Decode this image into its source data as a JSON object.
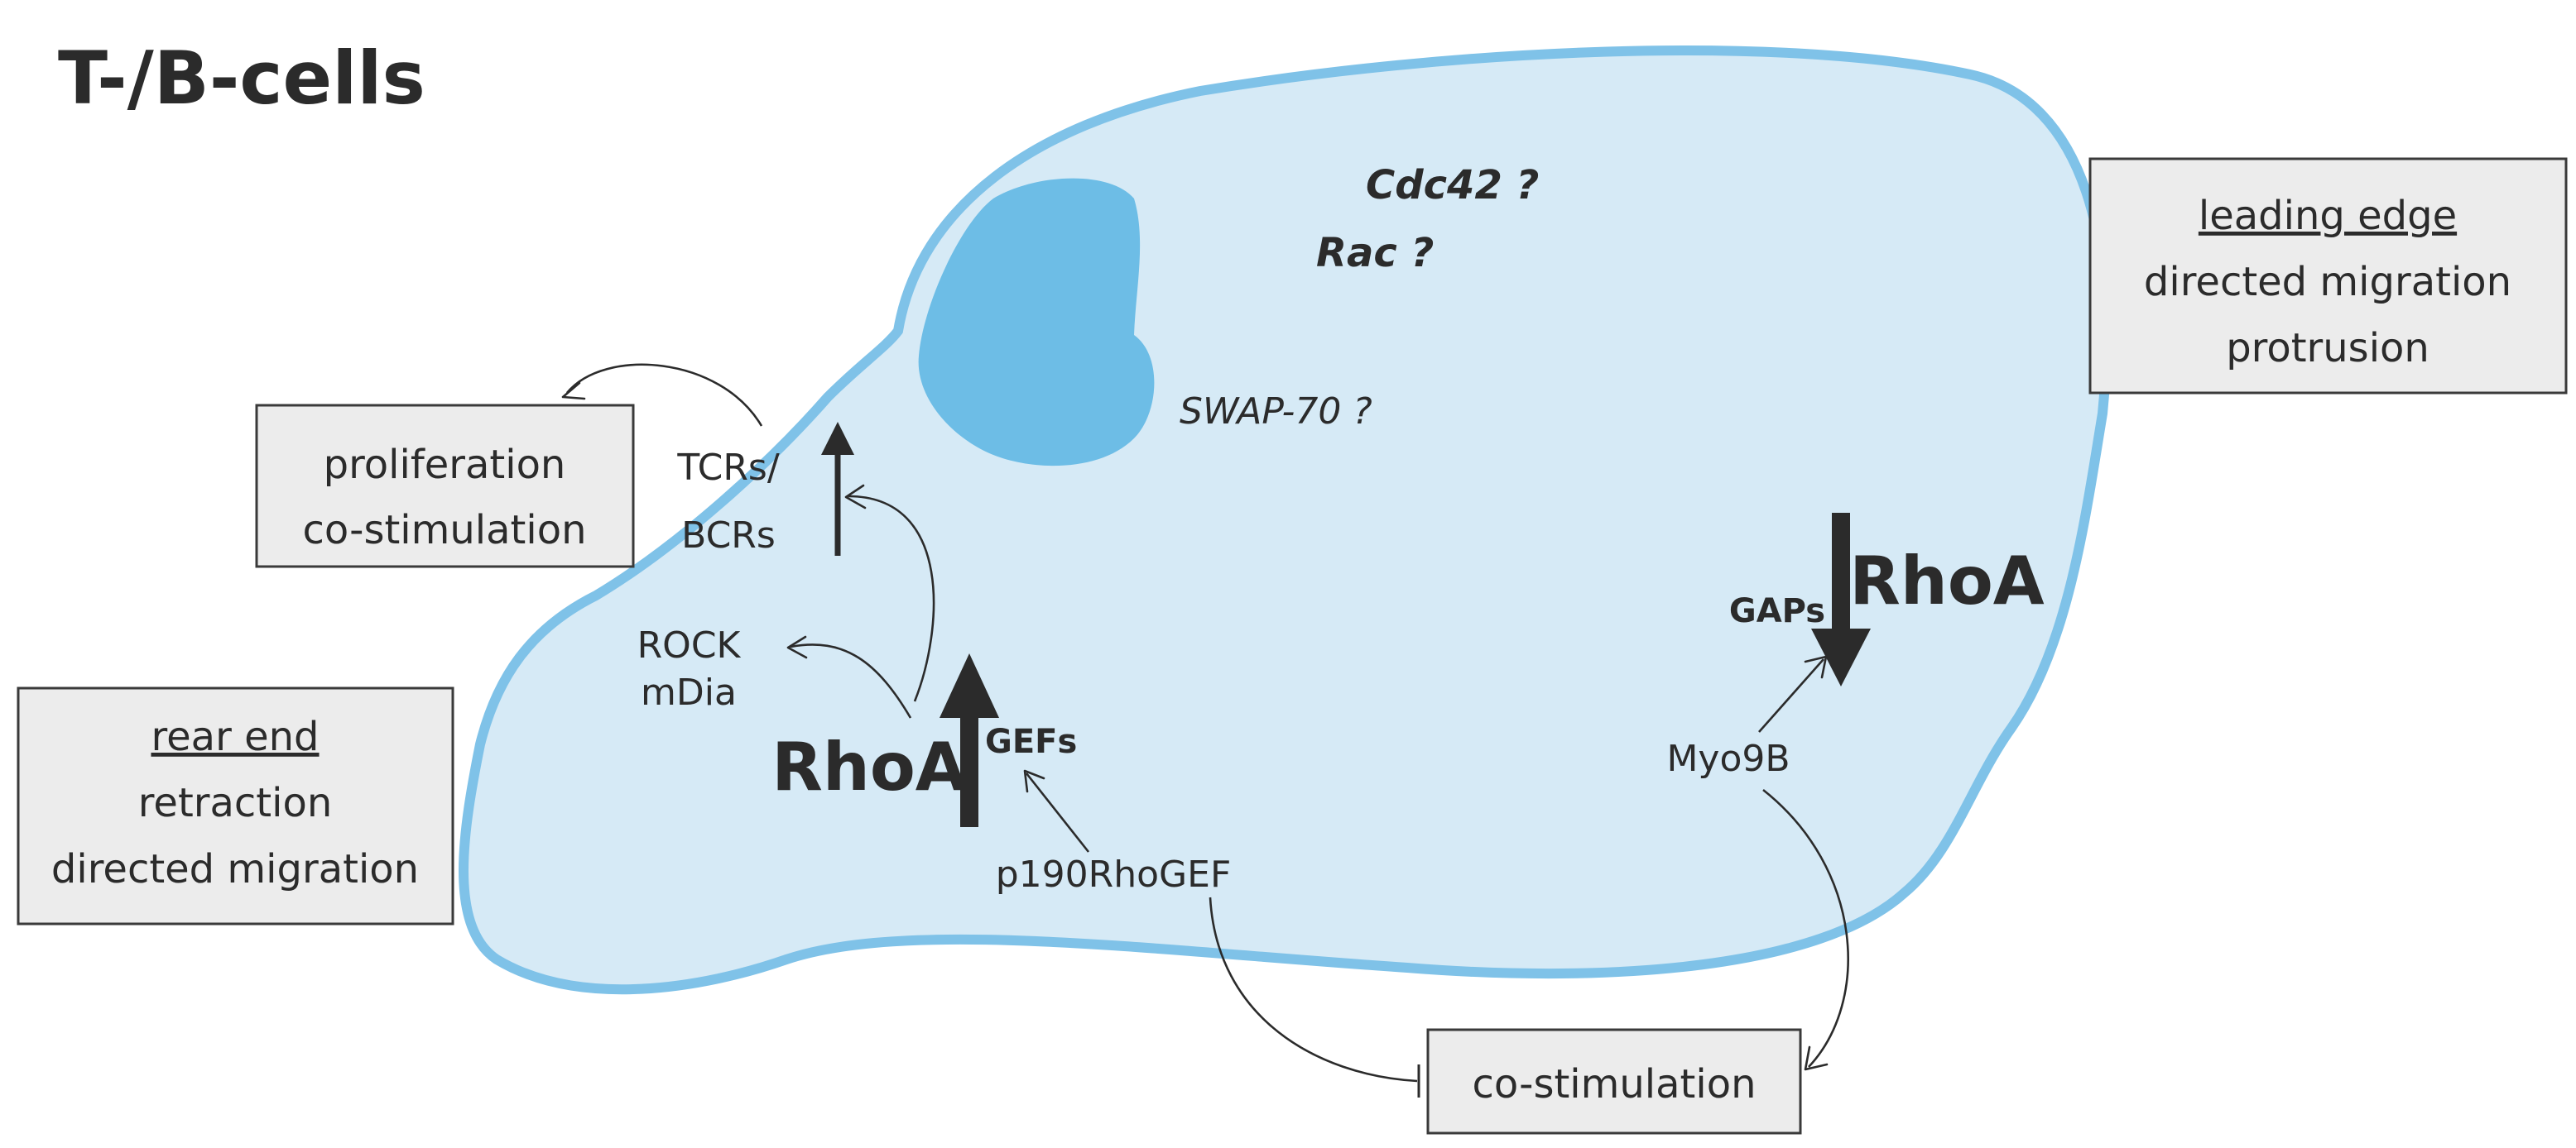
{
  "title": "T-/B-cells",
  "cell": {
    "small_gtpases": [
      "Cdc42 ?",
      "Rac ?"
    ],
    "nucleus_label": "SWAP-70 ?",
    "receptors": [
      "TCRs/",
      "BCRs"
    ],
    "effectors": [
      "ROCK",
      "mDia"
    ],
    "rear_rhoa": "RhoA",
    "rear_regulator": "GEFs",
    "rear_gef": "p190RhoGEF",
    "front_rhoa": "RhoA",
    "front_regulator": "GAPs",
    "front_gap": "Myo9B"
  },
  "boxes": {
    "proliferation": [
      "proliferation",
      "co-stimulation"
    ],
    "rear_end": {
      "heading": "rear end",
      "lines": [
        "retraction",
        "directed migration"
      ]
    },
    "leading_edge": {
      "heading": "leading edge",
      "lines": [
        "directed migration",
        "protrusion"
      ]
    },
    "costim": "co-stimulation"
  },
  "colors": {
    "cell_fill": "#d6eaf6",
    "cell_border": "#7fc2e8",
    "nucleus": "#6dbde6",
    "box_fill": "#ececec",
    "text": "#2b2b2b"
  }
}
